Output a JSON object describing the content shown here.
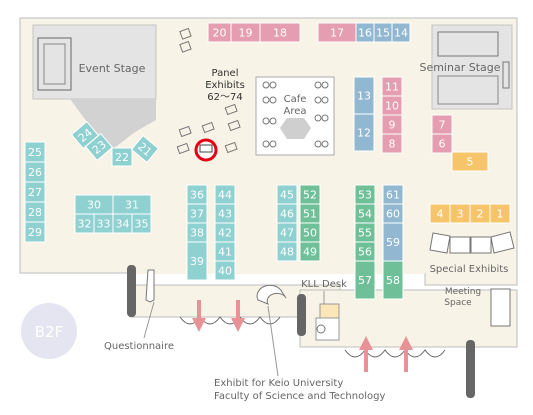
{
  "floor_badge": "B2F",
  "areas": {
    "event_stage": "Event Stage",
    "seminar_stage": "Seminar Stage",
    "panel_exhibits_line1": "Panel",
    "panel_exhibits_line2": "Exhibits",
    "panel_exhibits_line3": "62〜74",
    "cafe_line1": "Cafe",
    "cafe_line2": "Area",
    "special_exhibits": "Special Exhibits",
    "meeting_line1": "Meeting",
    "meeting_line2": "Space",
    "kll_desk": "KLL Desk",
    "questionnaire": "Questionnaire",
    "keio_line1": "Exhibit for Keio University",
    "keio_line2": "Faculty of Science and Technology"
  },
  "colors": {
    "floor": "#f7f3e6",
    "pink": "#e59db1",
    "blue": "#92b7d1",
    "teal": "#8fd0d0",
    "green": "#6fc098",
    "orange": "#f6c46a",
    "stage": "#d2d2d2",
    "marker": "#e60012",
    "arrow": "#e89297",
    "badge": "#e5e4f1",
    "text": "#555555"
  },
  "booths": {
    "top_pink_left": [
      "20",
      "19",
      "18"
    ],
    "top_pink_right": [
      "17"
    ],
    "top_blue": [
      "16",
      "15",
      "14"
    ],
    "col_blue_mid": [
      "13",
      "12"
    ],
    "col_pink_mid": [
      "11",
      "10",
      "9",
      "8"
    ],
    "right_pink": [
      "7",
      "6"
    ],
    "right_orange": "5",
    "orange_row": [
      "4",
      "3",
      "2",
      "1"
    ],
    "left_column": [
      "25",
      "26",
      "27",
      "28",
      "29"
    ],
    "block_top": [
      "30",
      "31"
    ],
    "block_bottom": [
      "32",
      "33",
      "34",
      "35"
    ],
    "stage_corner": [
      "24",
      "23",
      "22",
      "21"
    ],
    "col_36_39": [
      "36",
      "37",
      "38",
      "39"
    ],
    "col_44_40": [
      "44",
      "43",
      "42",
      "41",
      "40"
    ],
    "col_45_48": [
      "45",
      "46",
      "47",
      "48"
    ],
    "col_52_49": [
      "52",
      "51",
      "50",
      "49"
    ],
    "col_53_57": [
      "53",
      "54",
      "55",
      "56",
      "57"
    ],
    "col_61_58_a": [
      "61",
      "60"
    ],
    "col_61_58_b": "59",
    "col_61_58_c": "58"
  }
}
